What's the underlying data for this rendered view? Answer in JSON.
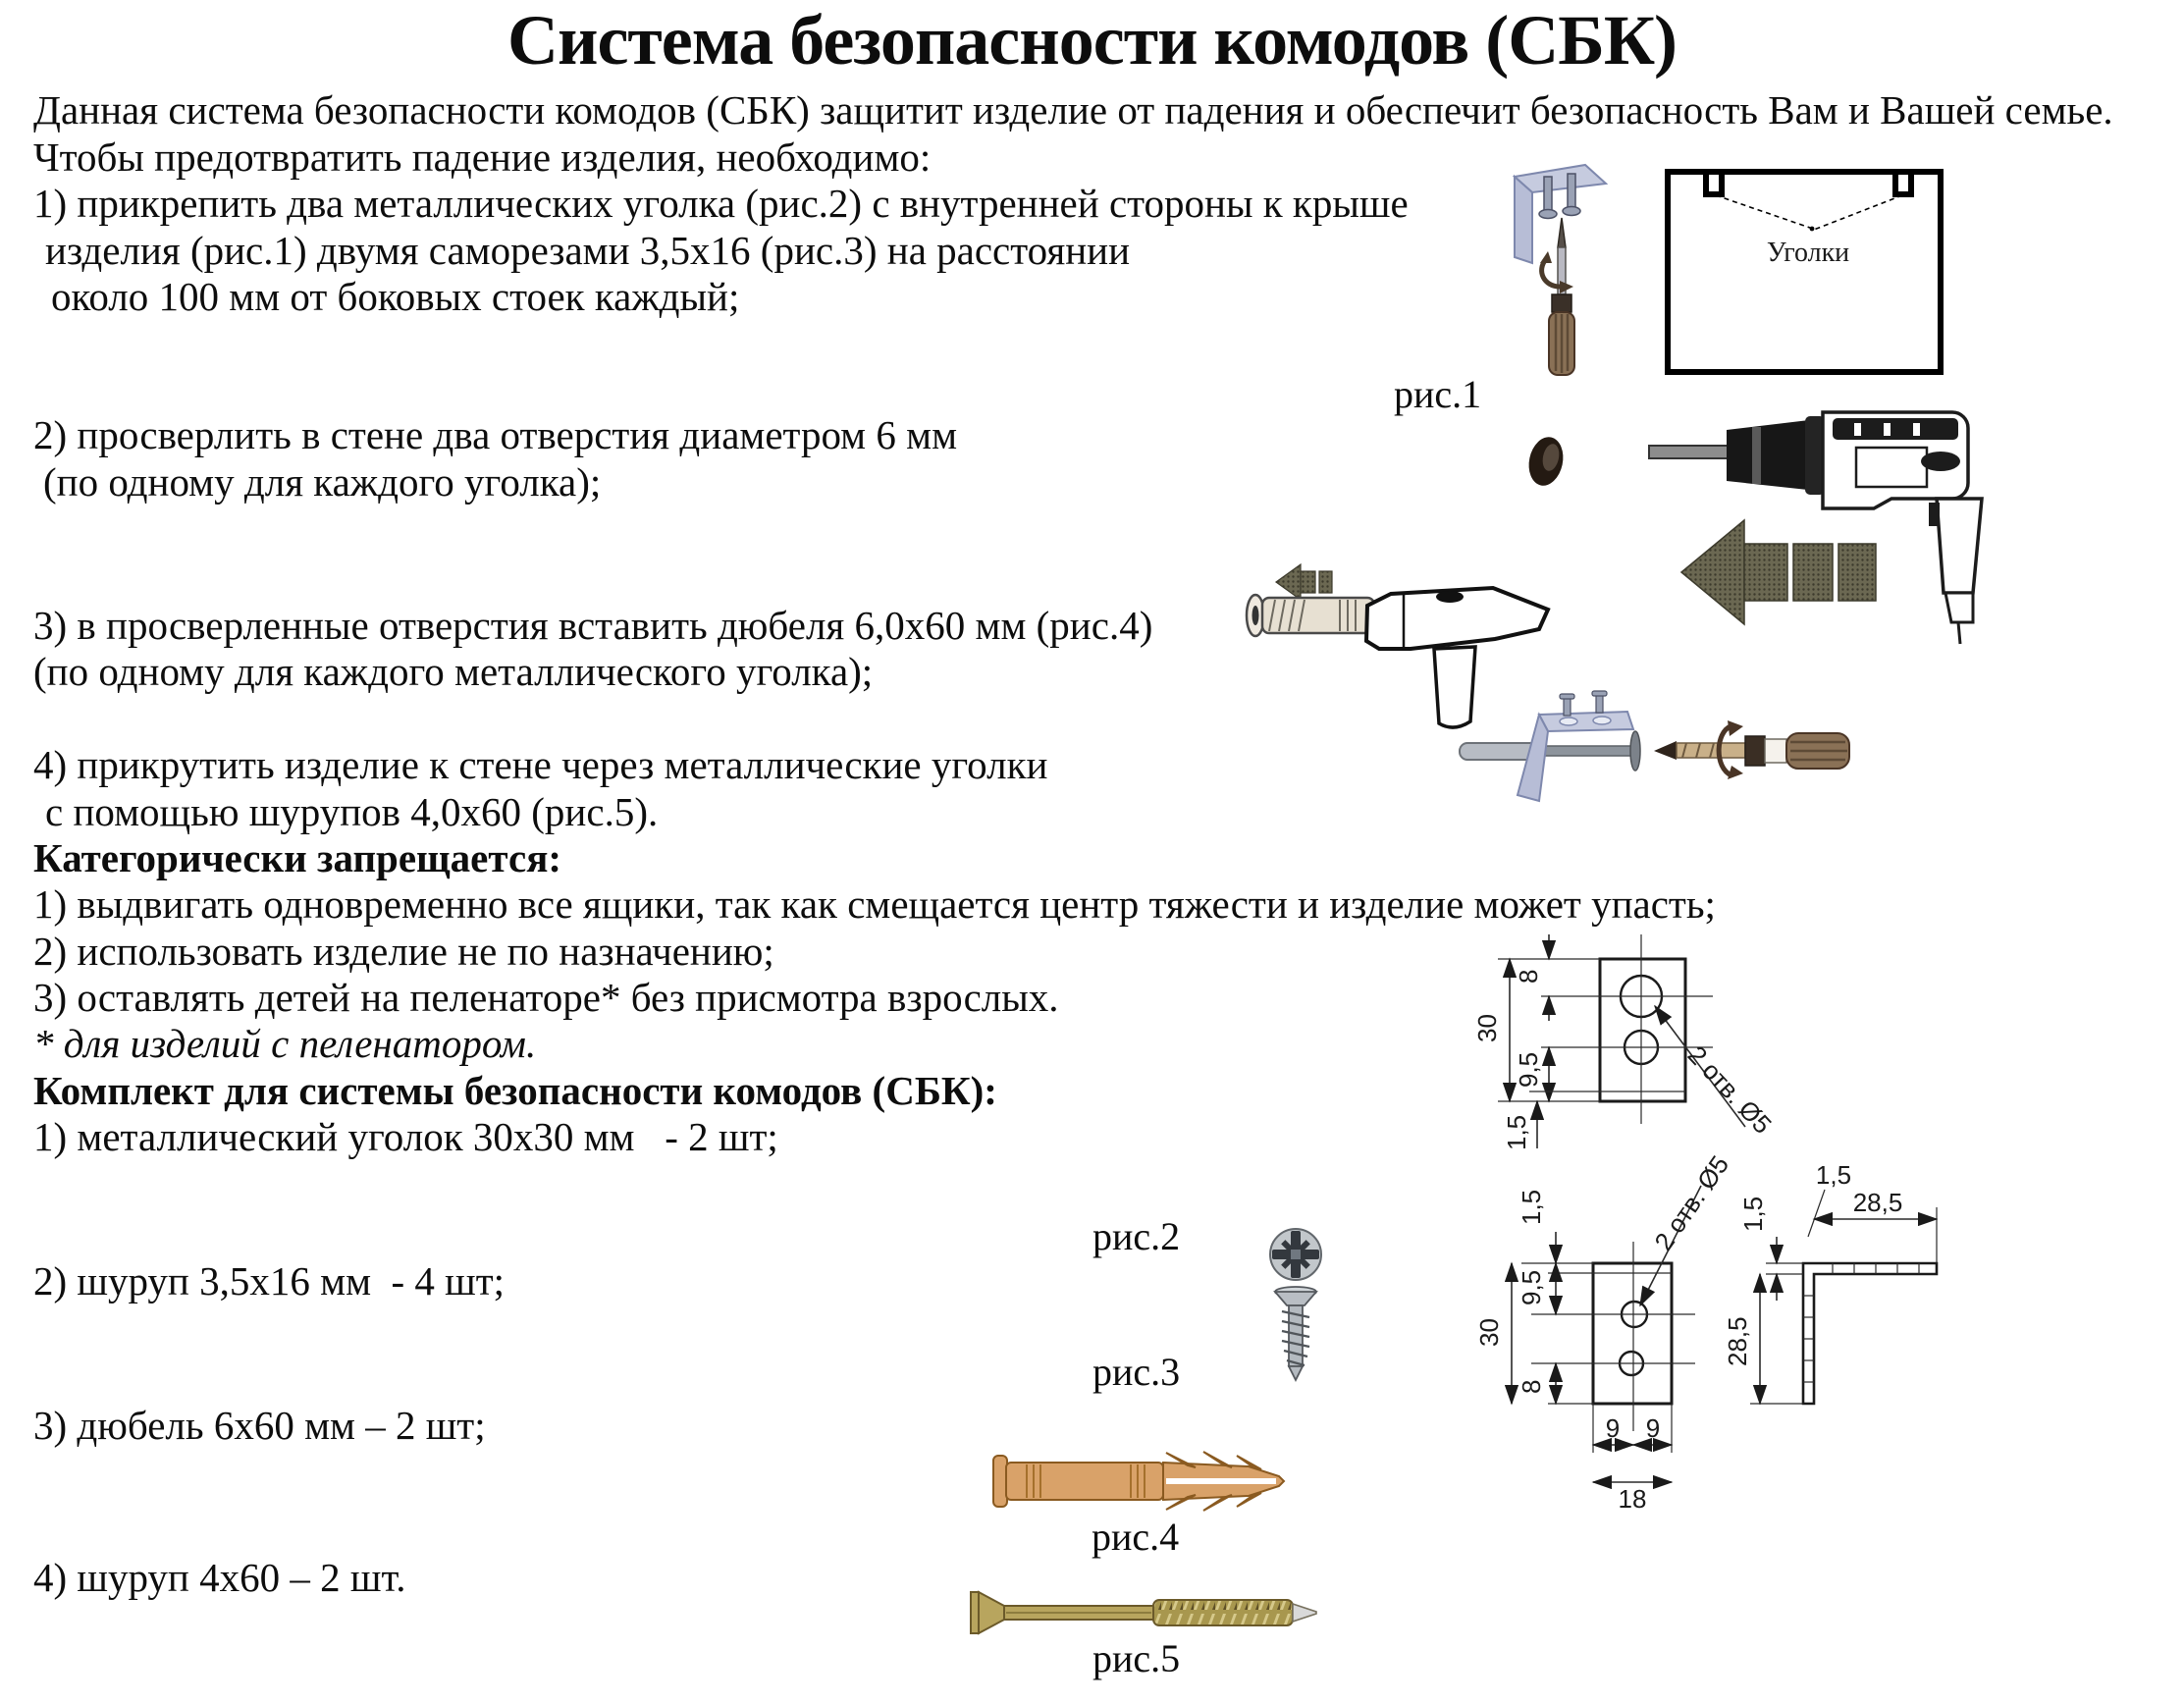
{
  "page": {
    "title": "Система безопасности комодов (СБК)"
  },
  "intro": {
    "line1": "Данная система безопасности комодов (СБК) защитит изделие от падения и обеспечит безопасность Вам и Вашей семье.",
    "line2": "Чтобы предотвратить падение изделия, необходимо:"
  },
  "steps": {
    "s1a": "1) прикрепить два металлических уголка (рис.2) с внутренней стороны к крыше",
    "s1b": "изделия (рис.1) двумя саморезами 3,5х16 (рис.3) на расстоянии",
    "s1c": "около 100 мм от боковых стоек каждый;",
    "s2a": "2) просверлить в стене два отверстия диаметром 6 мм",
    "s2b": "(по одному для каждого уголка);",
    "s3a": "3) в просверленные отверстия вставить дюбеля 6,0х60 мм (рис.4)",
    "s3b": "(по одному для каждого металлического уголка);",
    "s4a": "4) прикрутить изделие к стене через металлические уголки",
    "s4b": "с помощью шурупов 4,0х60 (рис.5)."
  },
  "forbidden": {
    "header": "Категорически запрещается:",
    "item1": "1) выдвигать одновременно все ящики, так как смещается центр тяжести и изделие может упасть;",
    "item2": "2) использовать изделие не по назначению;",
    "item3": "3) оставлять детей на пеленаторе* без присмотра взрослых.",
    "note": "* для изделий с пеленатором."
  },
  "kit": {
    "header": "Комплект для системы безопасности комодов (СБК):",
    "item1": "1) металлический уголок 30х30 мм   - 2 шт;",
    "item2": "2) шуруп 3,5х16 мм  - 4 шт;",
    "item3": "3) дюбель 6х60 мм – 2 шт;",
    "item4": "4) шуруп 4х60 – 2 шт."
  },
  "figures": {
    "fig1": "рис.1",
    "fig2": "рис.2",
    "fig3": "рис.3",
    "fig4": "рис.4",
    "fig5": "рис.5"
  },
  "diagram": {
    "corners_label": "Уголки"
  },
  "drawing1": {
    "dim_height": "30",
    "dim_top": "8",
    "dim_mid": "9,5",
    "dim_lip": "1,5",
    "callout": "2 отв. Ø5"
  },
  "drawing2": {
    "dim_lip": "1,5",
    "dim_top": "9,5",
    "dim_height": "30",
    "dim_bottom": "8",
    "dim_9a": "9",
    "dim_9b": "9",
    "dim_width": "18",
    "callout": "2 отв. Ø5"
  },
  "drawing3": {
    "dim_lip_top": "1,5",
    "dim_leg_top": "28,5",
    "dim_lip_left": "1,5",
    "dim_leg_left": "28,5"
  },
  "colors": {
    "bracket_fill": "#c6cbdf",
    "bracket_stroke": "#7e88ad",
    "dowel_tan": "#d9a269",
    "dowel_outline": "#8a5a20",
    "screw_gold": "#b8a55e",
    "metal_gray": "#b9bec4",
    "arrow_halftone": "#5f5c49",
    "ink": "#1a1a1a"
  }
}
